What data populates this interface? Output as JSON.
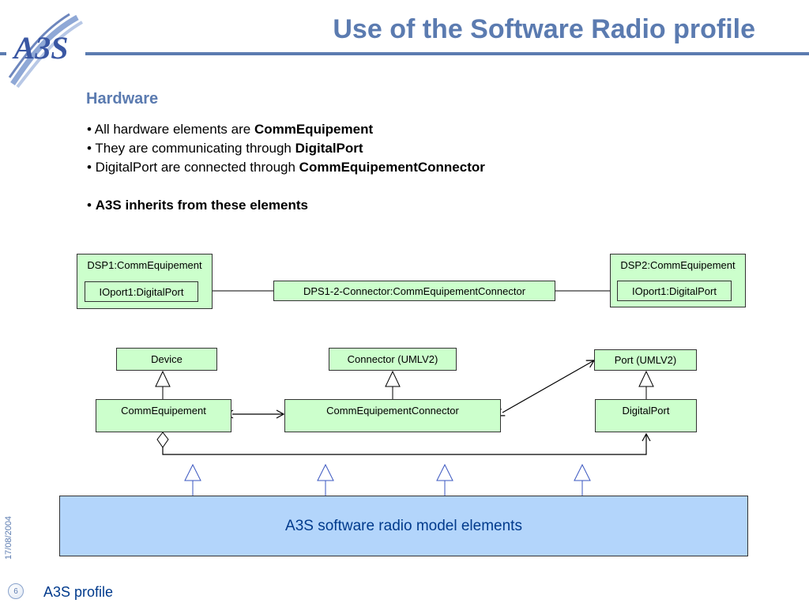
{
  "header": {
    "title": "Use of the Software Radio profile"
  },
  "logo": {
    "text": "A3S",
    "icon": "a3s-logo"
  },
  "content": {
    "section_heading": "Hardware",
    "bullets": [
      {
        "prefix": "• All hardware elements are ",
        "emphasis": "CommEquipement"
      },
      {
        "prefix": "• They are communicating through ",
        "emphasis": "DigitalPort"
      },
      {
        "prefix": "• DigitalPort are connected through ",
        "emphasis": "CommEquipementConnector"
      }
    ],
    "inherits_bullet": {
      "prefix": "• ",
      "emphasis": "A3S inherits from these elements"
    }
  },
  "instance_diagram": {
    "dsp1": {
      "name": "DSP1:CommEquipement",
      "port": "IOport1:DigitalPort"
    },
    "connector": "DPS1-2-Connector:CommEquipementConnector",
    "dsp2": {
      "name": "DSP2:CommEquipement",
      "port": "IOport1:DigitalPort"
    }
  },
  "class_diagram": {
    "device": "Device",
    "connector_umlv2": "Connector (UMLV2)",
    "port_umlv2": "Port (UMLV2)",
    "comm_equipement": "CommEquipement",
    "comm_equipement_connector": "CommEquipementConnector",
    "digital_port": "DigitalPort"
  },
  "model_box": {
    "label": "A3S software radio model elements"
  },
  "footer": {
    "date": "17/08/2004",
    "page_number": "6",
    "label": "A3S profile"
  },
  "colors": {
    "accent": "#5b7bb0",
    "class_fill": "#ccffcc",
    "model_fill": "#b3d5fb",
    "footer_text": "#003a8c"
  }
}
